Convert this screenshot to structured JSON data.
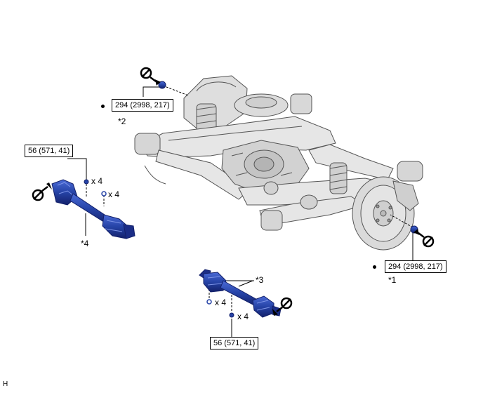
{
  "torque_specs": {
    "upper_nut": "294 (2998, 217)",
    "right_nut": "294 (2998, 217)",
    "left_shaft": "56 (571, 41)",
    "bottom_shaft": "56 (571, 41)"
  },
  "callouts": {
    "c1": "*1",
    "c2": "*2",
    "c3": "*3",
    "c4": "*4"
  },
  "quantities": {
    "left_a": "x 4",
    "left_b": "x 4",
    "bottom_a": "x 4",
    "bottom_b": "x 4"
  },
  "corner_mark": "H",
  "colors": {
    "part_blue": "#2643a6",
    "part_dark": "#182a78",
    "frame": "#e6e6e6",
    "outline": "#555555"
  },
  "icons": [
    "no-reuse-icon"
  ]
}
